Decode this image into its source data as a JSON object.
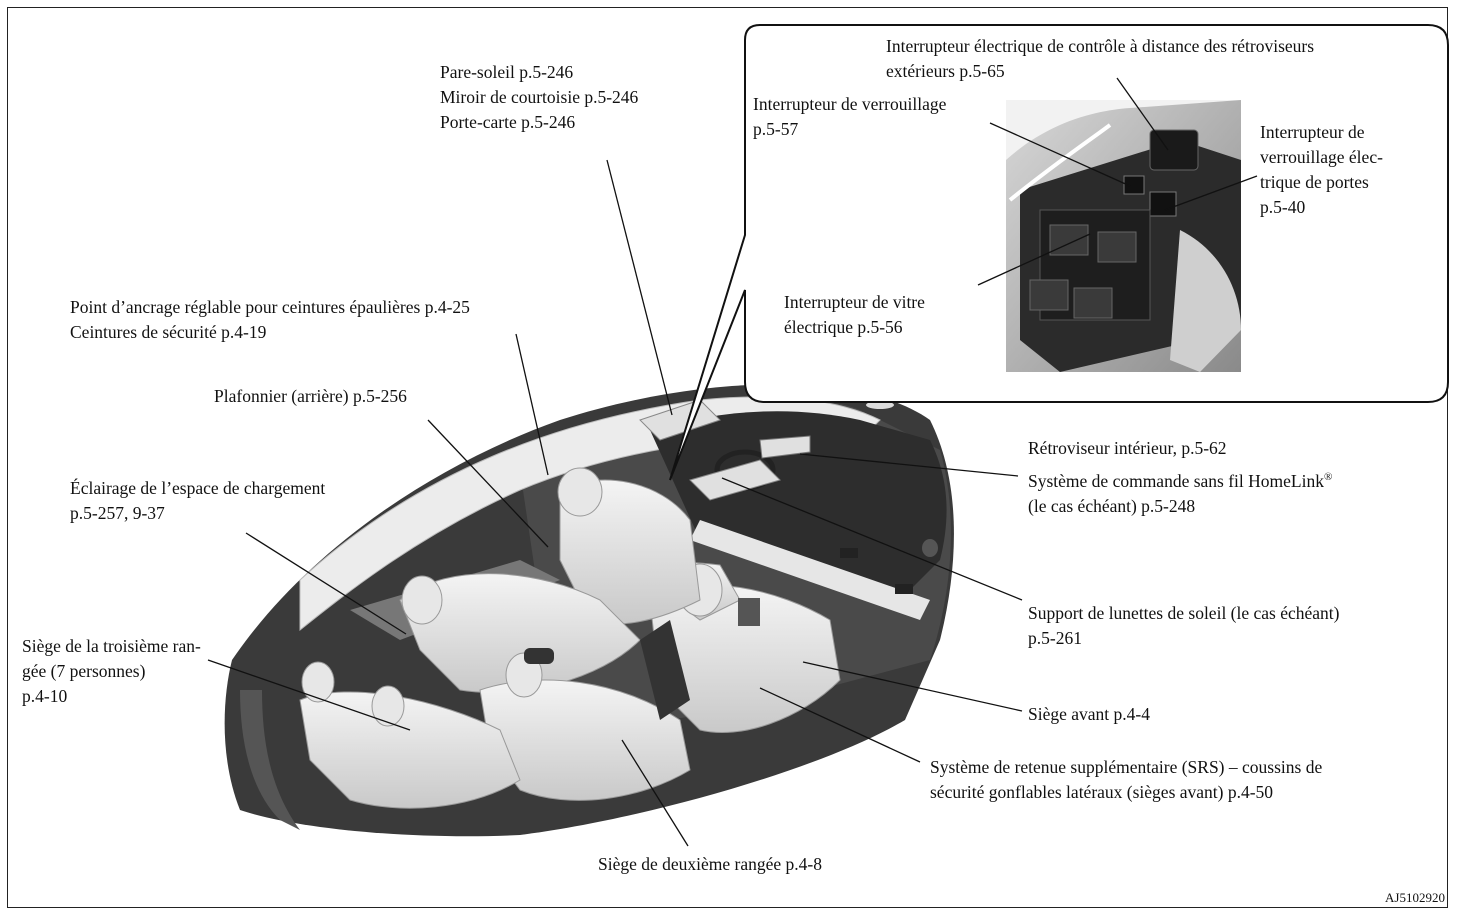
{
  "labels": {
    "sun_visor": [
      "Pare-soleil p.5-246",
      "Miroir de courtoisie p.5-246",
      "Porte-carte p.5-246"
    ],
    "mirror_switch": [
      "Interrupteur électrique de contrôle à distance des rétroviseurs",
      "extérieurs p.5-65"
    ],
    "lock_switch": [
      "Interrupteur de verrouillage",
      "p.5-57"
    ],
    "power_door_lock": [
      "Interrupteur de",
      "verrouillage élec-",
      "trique de portes",
      "p.5-40"
    ],
    "power_window": [
      "Interrupteur de vitre",
      "électrique p.5-56"
    ],
    "anchor": [
      "Point d’ancrage réglable pour ceintures épaulières p.4-25",
      "Ceintures de sécurité p.4-19"
    ],
    "dome_light": [
      "Plafonnier (arrière) p.5-256"
    ],
    "cargo_light": [
      "Éclairage de l’espace de chargement",
      "p.5-257, 9-37"
    ],
    "rear_view_mirror": [
      "Rétroviseur intérieur, p.5-62"
    ],
    "homelink": {
      "line1": "Système de commande sans fil HomeLink",
      "reg": "®",
      "line2": "(le cas échéant) p.5-248"
    },
    "third_row": [
      "Siège de la troisième ran-",
      "gée (7 personnes)",
      "p.4-10"
    ],
    "sunglasses": [
      "Support de lunettes de soleil (le cas échéant)",
      "p.5-261"
    ],
    "front_seat": [
      "Siège avant p.4-4"
    ],
    "srs": [
      "Système de retenue supplémentaire (SRS) – coussins de",
      "sécurité gonflables latéraux (sièges avant) p.4-50"
    ],
    "second_row": [
      "Siège de deuxième rangée p.4-8"
    ]
  },
  "figure_code": "AJ5102920"
}
